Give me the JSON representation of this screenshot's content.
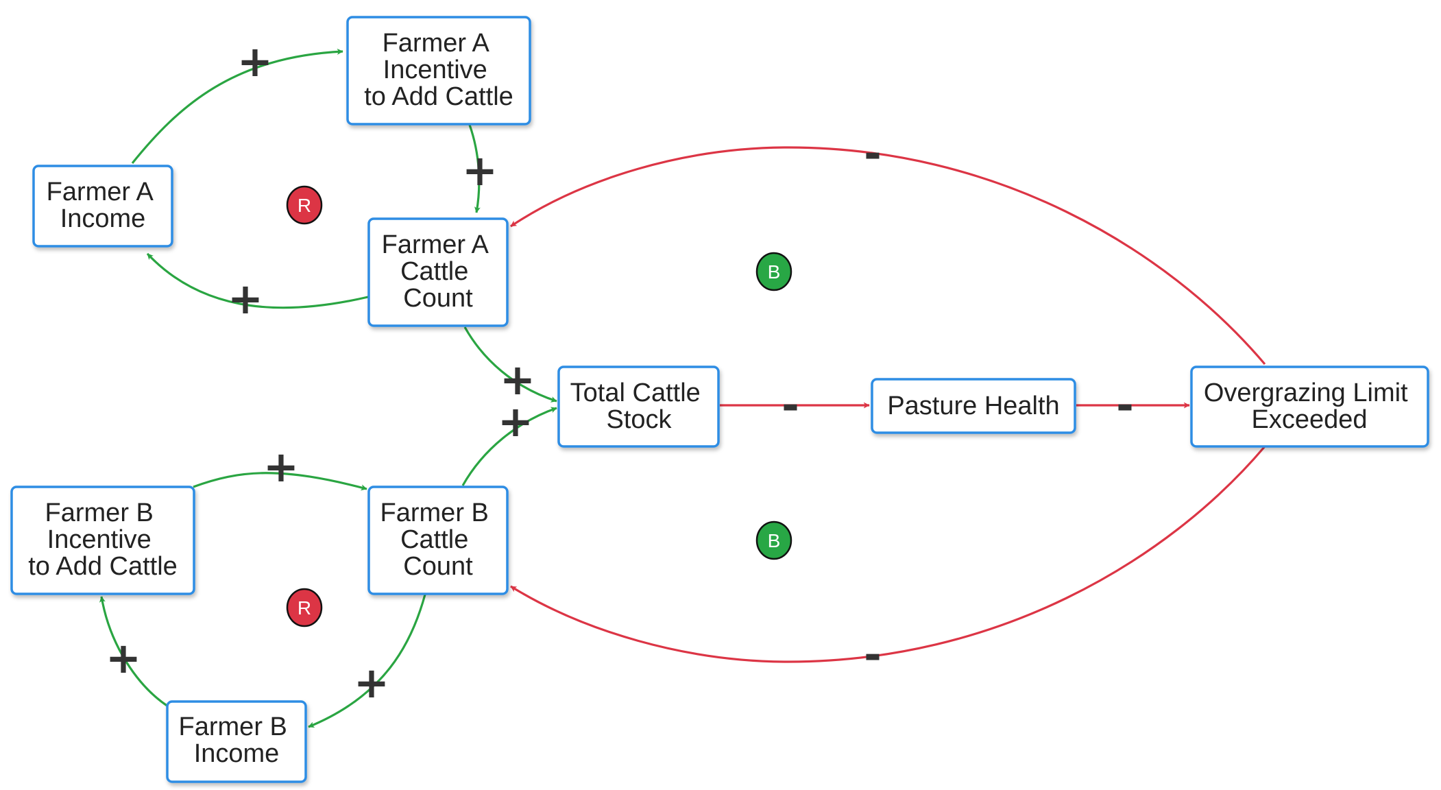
{
  "colors": {
    "node_border": "#2f8de4",
    "positive_link": "#2aa542",
    "negative_link": "#dc3545",
    "reinforcing_loop": "#dc3545",
    "balancing_loop": "#28a745",
    "text": "#222222",
    "polarity": "#333333"
  },
  "nodes": {
    "farmer_a_income": [
      "Farmer A",
      "Income"
    ],
    "farmer_a_incentive": [
      "Farmer A",
      "Incentive",
      "to Add Cattle"
    ],
    "farmer_a_cattle": [
      "Farmer A",
      "Cattle",
      "Count"
    ],
    "total_cattle": [
      "Total Cattle",
      "Stock"
    ],
    "pasture_health": [
      "Pasture Health"
    ],
    "overgrazing": [
      "Overgrazing Limit",
      "Exceeded"
    ],
    "farmer_b_incentive": [
      "Farmer B",
      "Incentive",
      "to Add Cattle"
    ],
    "farmer_b_cattle": [
      "Farmer B",
      "Cattle",
      "Count"
    ],
    "farmer_b_income": [
      "Farmer B",
      "Income"
    ]
  },
  "links": [
    {
      "from": "farmer_a_income",
      "to": "farmer_a_incentive",
      "polarity": "+"
    },
    {
      "from": "farmer_a_incentive",
      "to": "farmer_a_cattle",
      "polarity": "+"
    },
    {
      "from": "farmer_a_cattle",
      "to": "farmer_a_income",
      "polarity": "+"
    },
    {
      "from": "farmer_a_cattle",
      "to": "total_cattle",
      "polarity": "+"
    },
    {
      "from": "farmer_b_cattle",
      "to": "total_cattle",
      "polarity": "+"
    },
    {
      "from": "total_cattle",
      "to": "pasture_health",
      "polarity": "-"
    },
    {
      "from": "pasture_health",
      "to": "overgrazing",
      "polarity": "-"
    },
    {
      "from": "overgrazing",
      "to": "farmer_a_cattle",
      "polarity": "-"
    },
    {
      "from": "overgrazing",
      "to": "farmer_b_cattle",
      "polarity": "-"
    },
    {
      "from": "farmer_b_incentive",
      "to": "farmer_b_cattle",
      "polarity": "+"
    },
    {
      "from": "farmer_b_cattle",
      "to": "farmer_b_income",
      "polarity": "+"
    },
    {
      "from": "farmer_b_income",
      "to": "farmer_b_incentive",
      "polarity": "+"
    }
  ],
  "loops": {
    "loop_a_reinforcing": "R",
    "loop_a_balancing": "B",
    "loop_b_balancing": "B",
    "loop_b_reinforcing": "R"
  }
}
